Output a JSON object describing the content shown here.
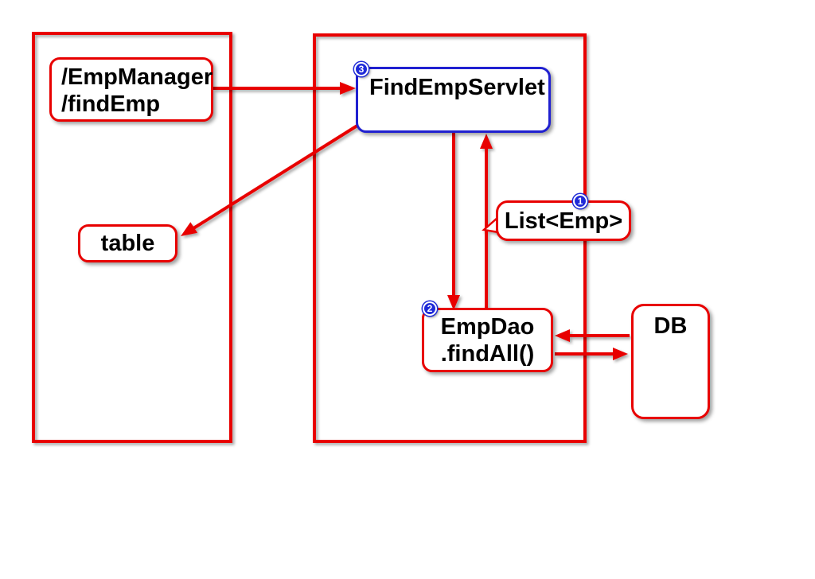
{
  "colors": {
    "red": "#e80000",
    "blue_border": "#2020d0",
    "badge_blue": "#1f2ad8",
    "text": "#000000"
  },
  "nodes": {
    "request": {
      "line1": "/EmpManager",
      "line2": "/findEmp"
    },
    "table": {
      "label": "table"
    },
    "servlet": {
      "label": "FindEmpServlet",
      "badge": "3"
    },
    "list": {
      "label": "List<Emp>",
      "badge": "1"
    },
    "dao": {
      "line1": "EmpDao",
      "line2": ".findAll()",
      "badge": "2"
    },
    "db": {
      "label": "DB"
    }
  },
  "edges": [
    {
      "from": "request",
      "to": "servlet"
    },
    {
      "from": "servlet",
      "to": "table"
    },
    {
      "from": "servlet",
      "to": "dao"
    },
    {
      "from": "dao",
      "to": "servlet"
    },
    {
      "from": "db",
      "to": "dao"
    },
    {
      "from": "dao",
      "to": "db"
    },
    {
      "from": "list",
      "attached_to": "dao-to-servlet-arrow"
    }
  ]
}
